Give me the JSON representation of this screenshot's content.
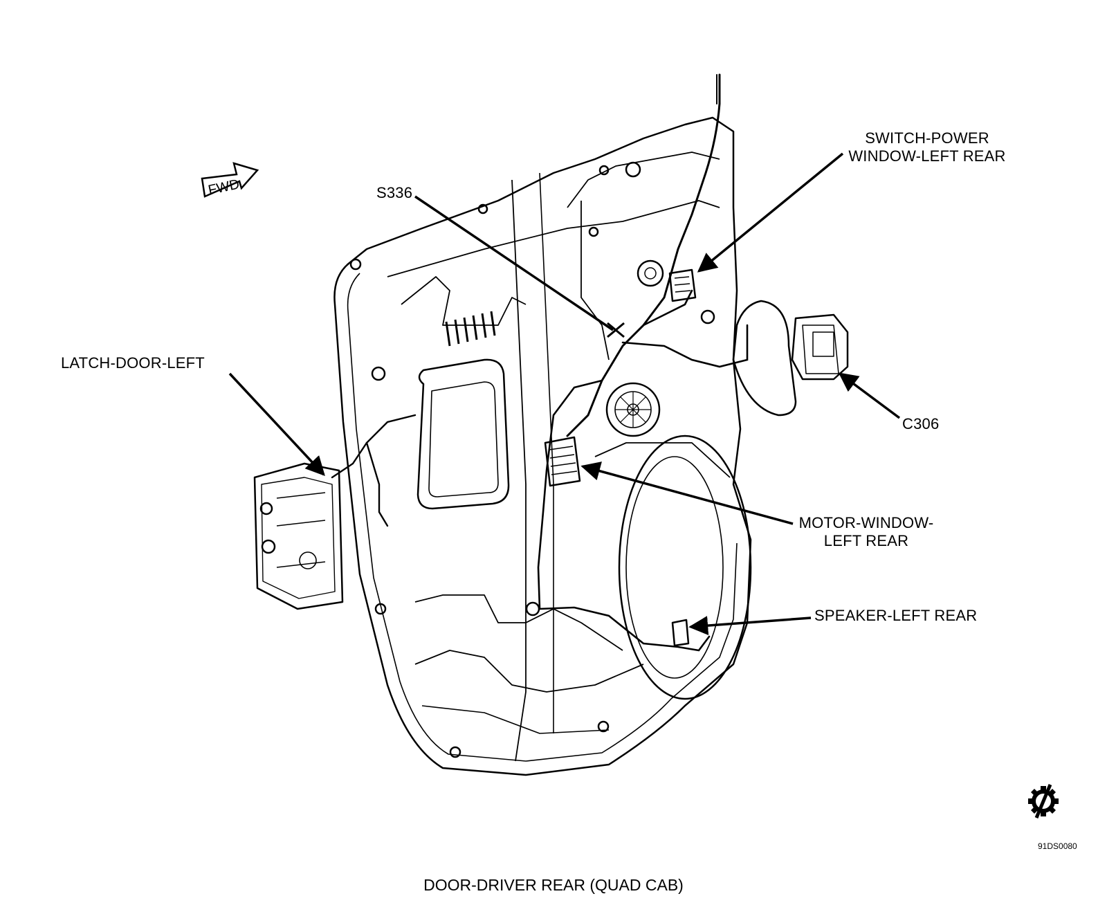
{
  "direction_indicator": "FWD",
  "labels": {
    "switch_power_window_line1": "SWITCH-POWER",
    "switch_power_window_line2": "WINDOW-LEFT REAR",
    "s336": "S336",
    "latch_door_left": "LATCH-DOOR-LEFT",
    "c306": "C306",
    "motor_window_line1": "MOTOR-WINDOW-",
    "motor_window_line2": "LEFT REAR",
    "speaker_left_rear": "SPEAKER-LEFT REAR"
  },
  "figure_code": "91DS0080",
  "caption": "DOOR-DRIVER REAR (QUAD CAB)",
  "icons": [
    "fwd-arrow-icon",
    "gear-slash-icon"
  ]
}
